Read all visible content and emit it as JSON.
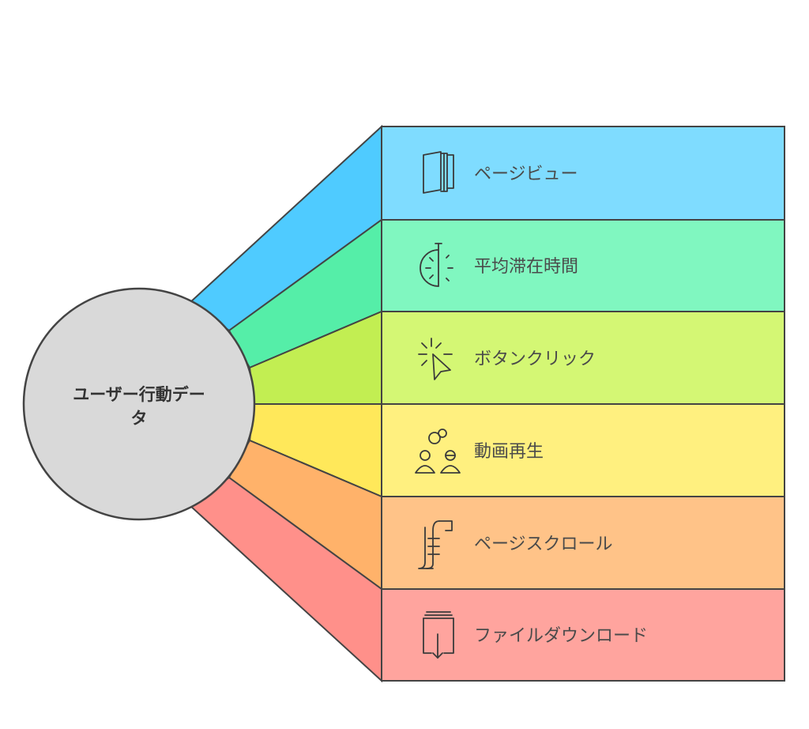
{
  "center": {
    "label_line1": "ユーザー行動デー",
    "label_line2": "タ",
    "fill": "#d9d9d9"
  },
  "items": [
    {
      "label": "ページビュー",
      "icon": "book-icon",
      "color": "#7fdcff"
    },
    {
      "label": "平均滞在時間",
      "icon": "stopwatch-icon",
      "color": "#80f7c0"
    },
    {
      "label": "ボタンクリック",
      "icon": "cursor-click-icon",
      "color": "#d4f774"
    },
    {
      "label": "動画再生",
      "icon": "people-icon",
      "color": "#fff07f"
    },
    {
      "label": "ページスクロール",
      "icon": "scroll-icon",
      "color": "#ffc388"
    },
    {
      "label": "ファイルダウンロード",
      "icon": "download-file-icon",
      "color": "#ffa49e"
    }
  ],
  "stroke_color": "#444444"
}
